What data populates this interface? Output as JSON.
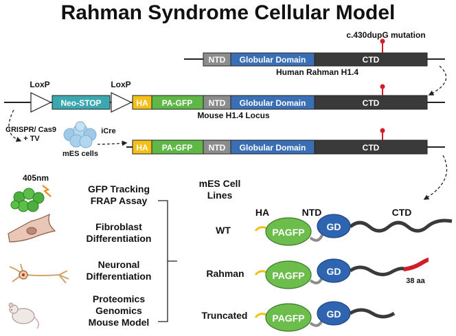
{
  "title": "Rahman Syndrome Cellular Model",
  "mutation_label": "c.430dupG mutation",
  "human_construct": {
    "caption": "Human Rahman H1.4",
    "segments": {
      "ntd": "NTD",
      "globular": "Globular Domain",
      "ctd": "CTD"
    }
  },
  "mouse_construct": {
    "caption": "Mouse H1.4 Locus",
    "loxp_left": "LoxP",
    "loxp_right": "LoxP",
    "segments": {
      "neo_stop": "Neo-STOP",
      "ha": "HA",
      "pagfp": "PA-GFP",
      "ntd": "NTD",
      "globular": "Globular Domain",
      "ctd": "CTD"
    }
  },
  "crispr_label_1": "CRISPR/ Cas9",
  "crispr_label_2": "+ TV",
  "mes_cells_label": "mES cells",
  "icre_label": "iCre",
  "final_construct": {
    "segments": {
      "ha": "HA",
      "pagfp": "PA-GFP",
      "ntd": "NTD",
      "globular": "Globular Domain",
      "ctd": "CTD"
    }
  },
  "laser_label": "405nm",
  "applications": [
    {
      "line1": "GFP Tracking",
      "line2": "FRAP Assay",
      "icon": "cell-cluster-icon"
    },
    {
      "line1": "Fibroblast",
      "line2": "Differentiation",
      "icon": "fibroblast-icon"
    },
    {
      "line1": "Neuronal",
      "line2": "Differentiation",
      "icon": "neuron-icon"
    },
    {
      "line1": "Proteomics",
      "line2": "Genomics",
      "line3": "Mouse Model",
      "icon": "mouse-icon"
    }
  ],
  "cell_lines": {
    "title_1": "mES Cell",
    "title_2": "Lines",
    "header_ha": "HA",
    "header_ntd": "NTD",
    "header_ctd": "CTD",
    "rows": [
      {
        "label": "WT",
        "pagfp": "PAGFP",
        "gd": "GD"
      },
      {
        "label": "Rahman",
        "pagfp": "PAGFP",
        "gd": "GD",
        "extra": "38 aa"
      },
      {
        "label": "Truncated",
        "pagfp": "PAGFP",
        "gd": "GD"
      }
    ]
  },
  "colors": {
    "ntd": "#8c8c8c",
    "globular": "#3a6fb5",
    "ctd": "#3a3a3a",
    "ha": "#f2c018",
    "pagfp": "#5fb745",
    "neo_stop": "#3aa8ae",
    "mutation": "#d11d2a",
    "gd_blob": "#2f64b0",
    "pagfp_blob": "#6cbd4b"
  }
}
